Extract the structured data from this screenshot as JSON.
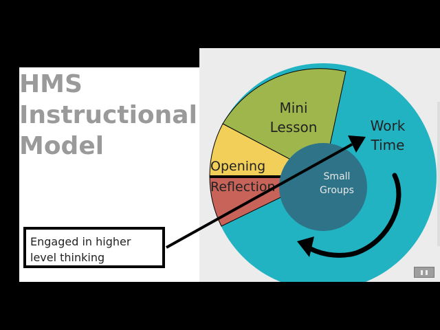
{
  "title": {
    "line1": "HMS",
    "line2": "Instructional",
    "line3": "Model"
  },
  "callout": {
    "line1": "Engaged in higher",
    "line2": "level thinking"
  },
  "diagram": {
    "segments": {
      "mini_lesson": {
        "line1": "Mini",
        "line2": "Lesson",
        "color": "#9fb64c"
      },
      "opening": {
        "label": "Opening",
        "color": "#f1cf58"
      },
      "reflection": {
        "label": "Reflection",
        "color": "#c8635a"
      },
      "work_time": {
        "line1": "Work",
        "line2": "Time",
        "color": "#22b3c3"
      }
    },
    "inner": {
      "line1": "Small",
      "line2": "Groups",
      "color": "#2e7388"
    },
    "cycle_arrow_icon": "curved-arrow"
  },
  "colors": {
    "title_gray": "#9a9a9a",
    "background": "#000000"
  }
}
